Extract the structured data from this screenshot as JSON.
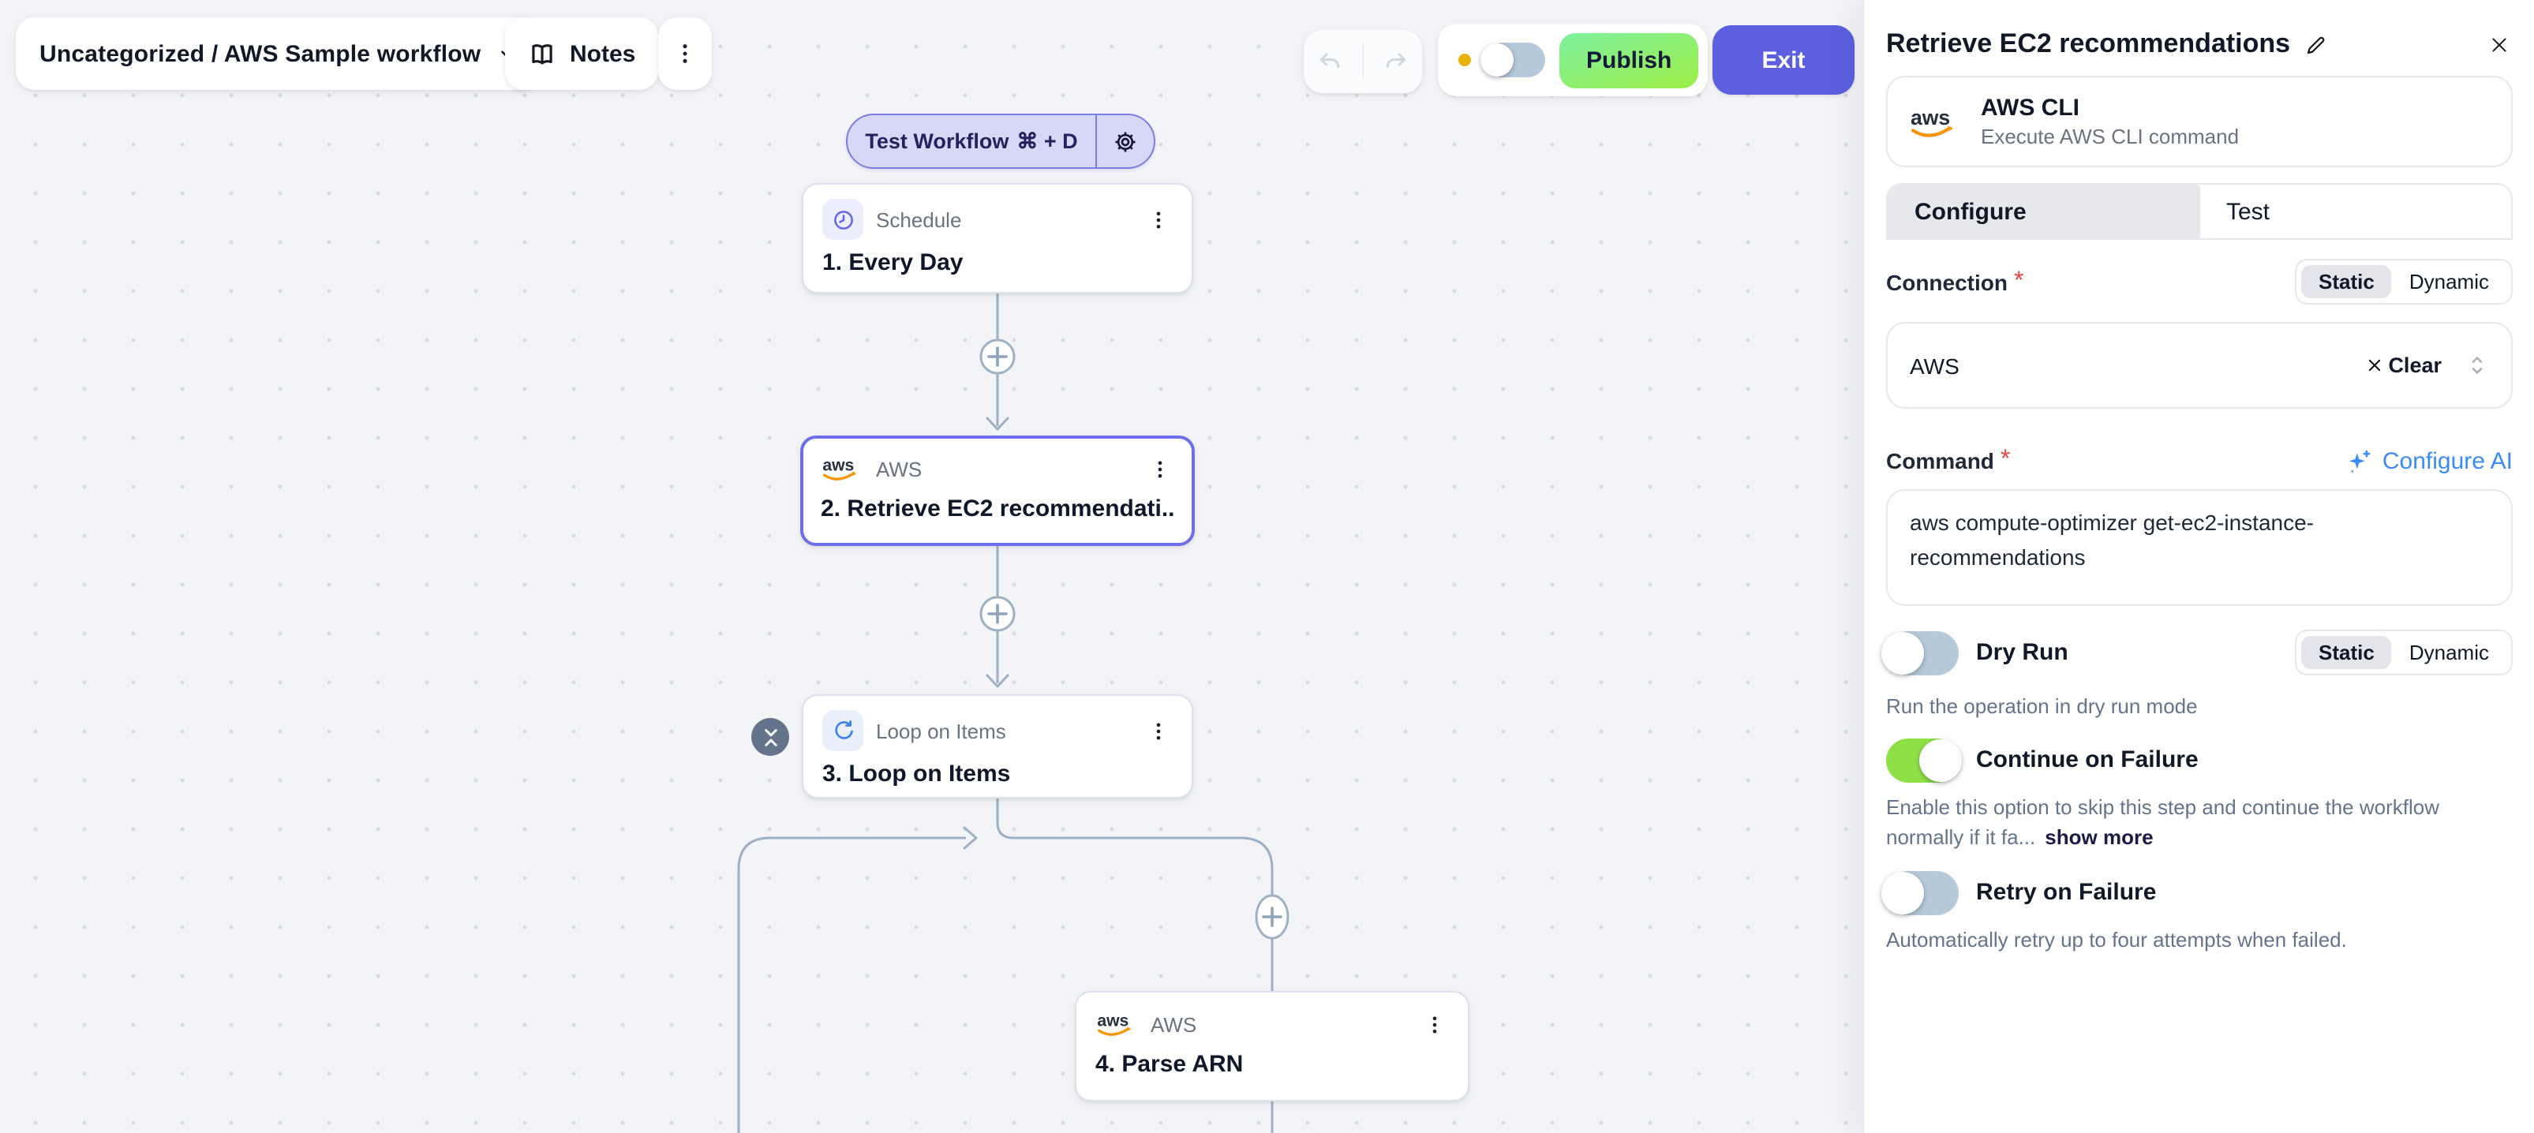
{
  "header": {
    "breadcrumb": "Uncategorized / AWS Sample workflow",
    "notes": "Notes",
    "publish": "Publish",
    "exit": "Exit"
  },
  "canvas": {
    "test_button": {
      "label": "Test Workflow",
      "shortcut": "⌘ + D"
    },
    "nodes": [
      {
        "app": "Schedule",
        "title": "1. Every Day"
      },
      {
        "app": "AWS",
        "title": "2. Retrieve EC2 recommendati..."
      },
      {
        "app": "Loop on Items",
        "title": "3. Loop on Items"
      },
      {
        "app": "AWS",
        "title": "4. Parse ARN"
      }
    ]
  },
  "panel": {
    "title": "Retrieve EC2 recommendations",
    "piece": {
      "name": "AWS CLI",
      "description": "Execute AWS CLI command"
    },
    "tabs": {
      "configure": "Configure",
      "test": "Test"
    },
    "connection": {
      "label": "Connection",
      "required_mark": "*",
      "mode_static": "Static",
      "mode_dynamic": "Dynamic",
      "value": "AWS",
      "clear": "Clear"
    },
    "command": {
      "label": "Command",
      "required_mark": "*",
      "configure_ai": "Configure AI",
      "value": "aws compute-optimizer get-ec2-instance-recommendations"
    },
    "dry_run": {
      "label": "Dry Run",
      "mode_static": "Static",
      "mode_dynamic": "Dynamic",
      "help": "Run the operation in dry run mode"
    },
    "continue_on_failure": {
      "label": "Continue on Failure",
      "help": "Enable this option to skip this step and continue the workflow normally if it fa...",
      "show_more": "show more"
    },
    "retry_on_failure": {
      "label": "Retry on Failure",
      "help": "Automatically retry up to four attempts when failed."
    }
  },
  "colors": {
    "accent_indigo": "#6d6ee9",
    "exit_button": "#5b5fe0",
    "publish_gradient_top": "#7ef0a0",
    "publish_gradient_bottom": "#9aee4e",
    "toggle_off": "#b5c9db",
    "toggle_on": "#8ee046",
    "link_blue": "#3d8bf8",
    "aws_orange": "#f79400",
    "connector": "#9db1c6",
    "status_dot": "#eab308"
  }
}
